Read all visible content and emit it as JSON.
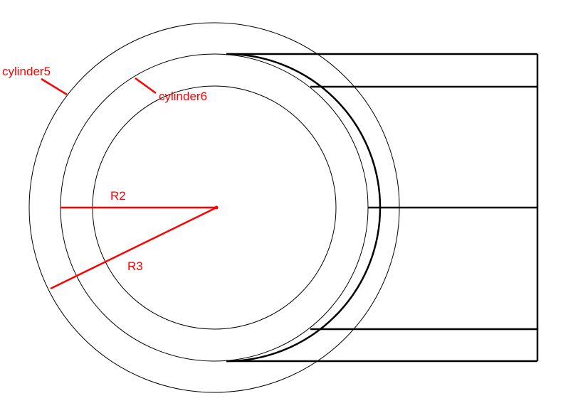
{
  "labels": {
    "cylinder5": "cylinder5",
    "cylinder6": "cylinder6",
    "r2": "R2",
    "r3": "R3"
  },
  "colors": {
    "annotation": "#ff0000",
    "outline": "#000000",
    "background": "#ffffff"
  }
}
